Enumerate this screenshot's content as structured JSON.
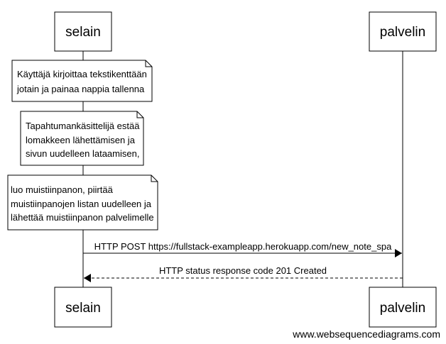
{
  "participants": {
    "left": "selain",
    "right": "palvelin"
  },
  "notes": [
    [
      "Käyttäjä kirjoittaa tekstikenttään",
      "jotain ja painaa nappia tallenna"
    ],
    [
      "Tapahtumankäsittelijä estää",
      "lomakkeen lähettämisen ja",
      "sivun uudelleen lataamisen,"
    ],
    [
      "luo muistiinpanon, piirtää",
      "muistiinpanojen listan uudelleen ja",
      "lähettää muistiinpanon palvelimelle"
    ]
  ],
  "messages": [
    {
      "text": "HTTP POST https://fullstack-exampleapp.herokuapp.com/new_note_spa"
    },
    {
      "text": "HTTP status response code 201 Created"
    }
  ],
  "footer": "www.websequencediagrams.com"
}
